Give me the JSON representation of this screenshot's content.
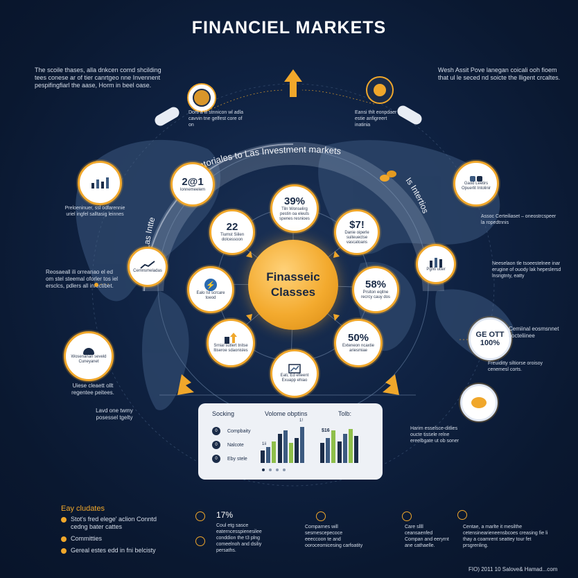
{
  "title": "FINANCIEL MARKETS",
  "center": {
    "line1": "Finasseic",
    "line2": "Classes"
  },
  "arc_label": "At cmntoriales to Las Investment markets",
  "arc_left": "Las Intte",
  "arc_right": "Is Intertios",
  "top_left_text": "The scoile thases, alla dnkcen comd shcilding tees conese ar of tier canrtgeo nne Invennent pespifingfiarl the aase, Horm in beel oase.",
  "top_right_text": {
    "a": "Wesh",
    "b": "Assit Pove",
    "c": "lanegan coicali ooh fioem that ul le seced nd soicte the",
    "d": "lligent crcaltes."
  },
  "gauge_text": "Dorti a lil stnnicon wl adla cavvin tne gelfest core of on",
  "rocket_text": "Eansi thlt eonpdaer estie anfigreert inatinia",
  "inner_nodes": [
    {
      "value": "39%",
      "label": "Tiln Wonselirg pestin oa eleuts spenes resnioes"
    },
    {
      "value": "$7!",
      "label": "Danie oiperle suiteuectse vascatoans"
    },
    {
      "value": "58%",
      "label": "Prsiton eqitne recrcy cauy dos"
    },
    {
      "value": "50%",
      "label": "Exteneon ncaxtie ariesmiae"
    },
    {
      "value": "",
      "label": "Eati, Ed efieent Exuapp ehiao"
    },
    {
      "value": "",
      "label": "Srnial sutlert tnitse ltiseroe sdaonisles"
    },
    {
      "value": "",
      "label": "Ealo Isl scrcare toeod"
    },
    {
      "value": "22",
      "label": "Tiumst Siilen dolcessoon"
    }
  ],
  "outer_nodes": [
    {
      "value": "2@1",
      "label": "lonnemeelem"
    },
    {
      "value": "",
      "label": "Cemnsmeladas"
    },
    {
      "value": "",
      "label": "Wosenanan seveld Cuneyanet"
    },
    {
      "value": "",
      "label": "Gaod Leetirs Opuerlit Intolinir"
    },
    {
      "value": "",
      "label": "Pgnti utter"
    },
    {
      "value": "GE OTT 100%",
      "label": ""
    }
  ],
  "left_texts": [
    "Preloeninuer, ssl odfarennie uriel ingfel salltasig leinnes",
    "Reosaeall ili orreanao el ed om stel steemal oforler tos iel ersclcs, pdlers all infectibet.",
    "Uiese cleaett ollt regentee peitees.",
    "Lavd one twmy posessel tgelty"
  ],
  "right_texts": [
    "Assoc Certeiliaset – oneostrcspeer la ropedtnnis",
    "Neeselaon tle tsoeestelnee inar erugine of ouody lak hepeslersd lnsrigtnty, eatty",
    "Cemiinal eosmsnnet cocteliinee",
    "Freuiditty siltiorse oroisoy cenemesl corts.",
    "Harim esselsce-ditlies oucte tissele relne ereelbgate ut ob soner"
  ],
  "panel": {
    "headers": [
      "Socking",
      "Volome obptins",
      "Tolb:"
    ],
    "rows": [
      {
        "num": "0",
        "label": "Compbaity"
      },
      {
        "num": "0",
        "label": "Nalcote"
      },
      {
        "num": "0",
        "label": "Eby stele"
      }
    ],
    "bar_labels": [
      "1ii",
      "1!",
      "$16"
    ],
    "chart_a": [
      0.35,
      0.45,
      0.6,
      0.8,
      0.9,
      0.55,
      0.7,
      1.0
    ],
    "chart_b": [
      0.55,
      0.7,
      0.9,
      0.6,
      0.8,
      0.95,
      0.75
    ]
  },
  "footer": {
    "heading": "Eay cludates",
    "items": [
      "Stot's fred elege' aclion Conntd cedng bater cattes",
      "Committies",
      "Gereal estes edd in fni belcisty"
    ],
    "stats": [
      {
        "value": "17%",
        "text": "Coul etg sasce eaterncesspienesilee conddion the t3 plng comeelnoh and dsiliy persaths."
      },
      {
        "value": "",
        "text": "Comparnes will sesmescepecoce eeeccoon te and ooroceomicesing carfoatity"
      },
      {
        "value": "",
        "text": "Care sllll ceansaenfed Compan and eeryrnt ane cathaelle."
      },
      {
        "value": "",
        "text": "Centae, a marlte it mesilthe cetensinearieneensbcoes creasing fie li thay a coamrent seattey tour fet prsgrenling."
      }
    ],
    "credit": "FIO) 2011 10 Salove& Hamad...com"
  },
  "colors": {
    "accent": "#f0a72b",
    "bg": "#0b1a33",
    "navy": "#1b2c48",
    "panel": "#eef1f6",
    "green": "#8fbf4a",
    "steel": "#3c5a80"
  }
}
